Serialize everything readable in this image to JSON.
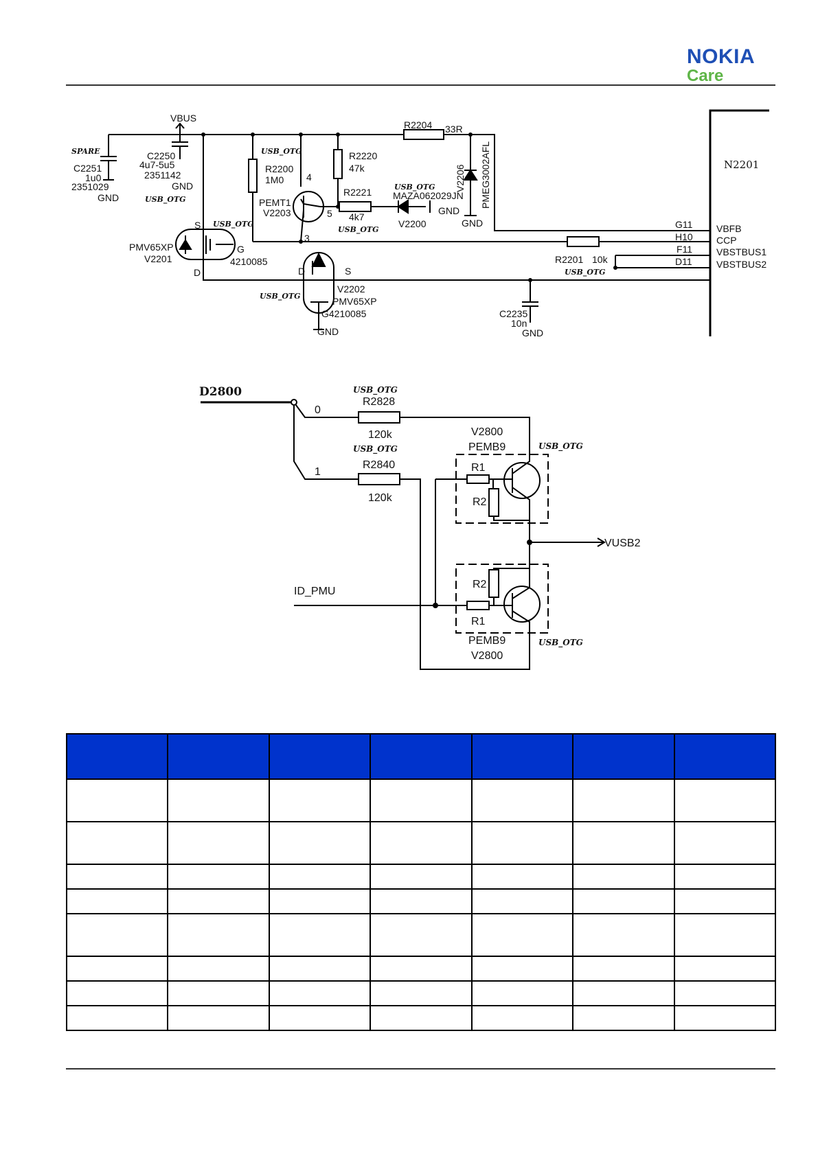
{
  "brand": {
    "name": "NOKIA",
    "sub": "Care",
    "colors": {
      "nokia": "#1e4fb5",
      "care": "#5fb548",
      "header": "#0033cc"
    }
  },
  "schematic_top": {
    "labels": {
      "vbus": "VBUS",
      "spare": "SPARE",
      "c2251": "C2251",
      "c2251_val": "1u0",
      "c2251_code": "2351029",
      "c2250": "C2250",
      "c2250_val": "4u7-5u5",
      "c2250_code": "2351142",
      "gnd": "GND",
      "usb_otg": "USB_OTG",
      "r2200": "R2200",
      "r2200_val": "1M0",
      "r2220": "R2220",
      "r2220_val": "47k",
      "r2221": "R2221",
      "r2221_val": "4k7",
      "r2204": "R2204",
      "r2204_val": "33R",
      "pemt1": "PEMT1",
      "v2203": "V2203",
      "pin4": "4",
      "pin5": "5",
      "pin3": "3",
      "maza": "MAZA062029JN",
      "v2200": "V2200",
      "v2206": "V2206",
      "pmeg": "PMEG3002AFL",
      "s": "S",
      "d": "D",
      "g": "G",
      "pmv65xp": "PMV65XP",
      "v2201": "V2201",
      "code4210085": "4210085",
      "v2202": "V2202",
      "g4210085": "G4210085",
      "r2201": "R2201",
      "r2201_val": "10k",
      "c2235": "C2235",
      "c2235_val": "10n",
      "n2201": "N2201",
      "g11": "G11",
      "h10": "H10",
      "f11": "F11",
      "d11": "D11",
      "vbfb": "VBFB",
      "ccp": "CCP",
      "vbstbus1": "VBSTBUS1",
      "vbstbus2": "VBSTBUS2"
    }
  },
  "schematic_bottom": {
    "labels": {
      "d2800": "D2800",
      "usb_otg": "USB_OTG",
      "r2828": "R2828",
      "r2840": "R2840",
      "val120k": "120k",
      "zero": "0",
      "one": "1",
      "v2800": "V2800",
      "pemb9": "PEMB9",
      "r1": "R1",
      "r2": "R2",
      "vusb2": "VUSB2",
      "id_pmu": "ID_PMU"
    }
  },
  "table": {
    "columns": 7,
    "row_heights": [
      "tall",
      "tall",
      "short",
      "short",
      "tall",
      "short",
      "short",
      "short"
    ]
  }
}
